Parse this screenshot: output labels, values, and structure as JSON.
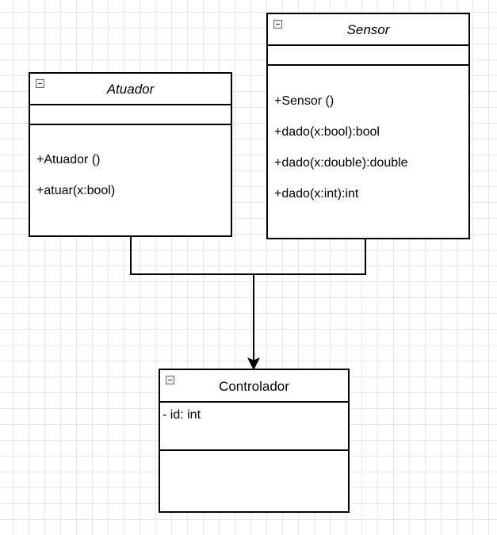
{
  "classes": {
    "atuador": {
      "name": "Atuador",
      "attributes": [],
      "operations": [
        "+Atuador ()",
        "+atuar(x:bool)"
      ]
    },
    "sensor": {
      "name": "Sensor",
      "attributes": [],
      "operations": [
        "+Sensor ()",
        "+dado(x:bool):bool",
        "+dado(x:double):double",
        "+dado(x:int):int"
      ]
    },
    "controlador": {
      "name": "Controlador",
      "attributes": [
        "- id: int"
      ],
      "operations": []
    }
  }
}
